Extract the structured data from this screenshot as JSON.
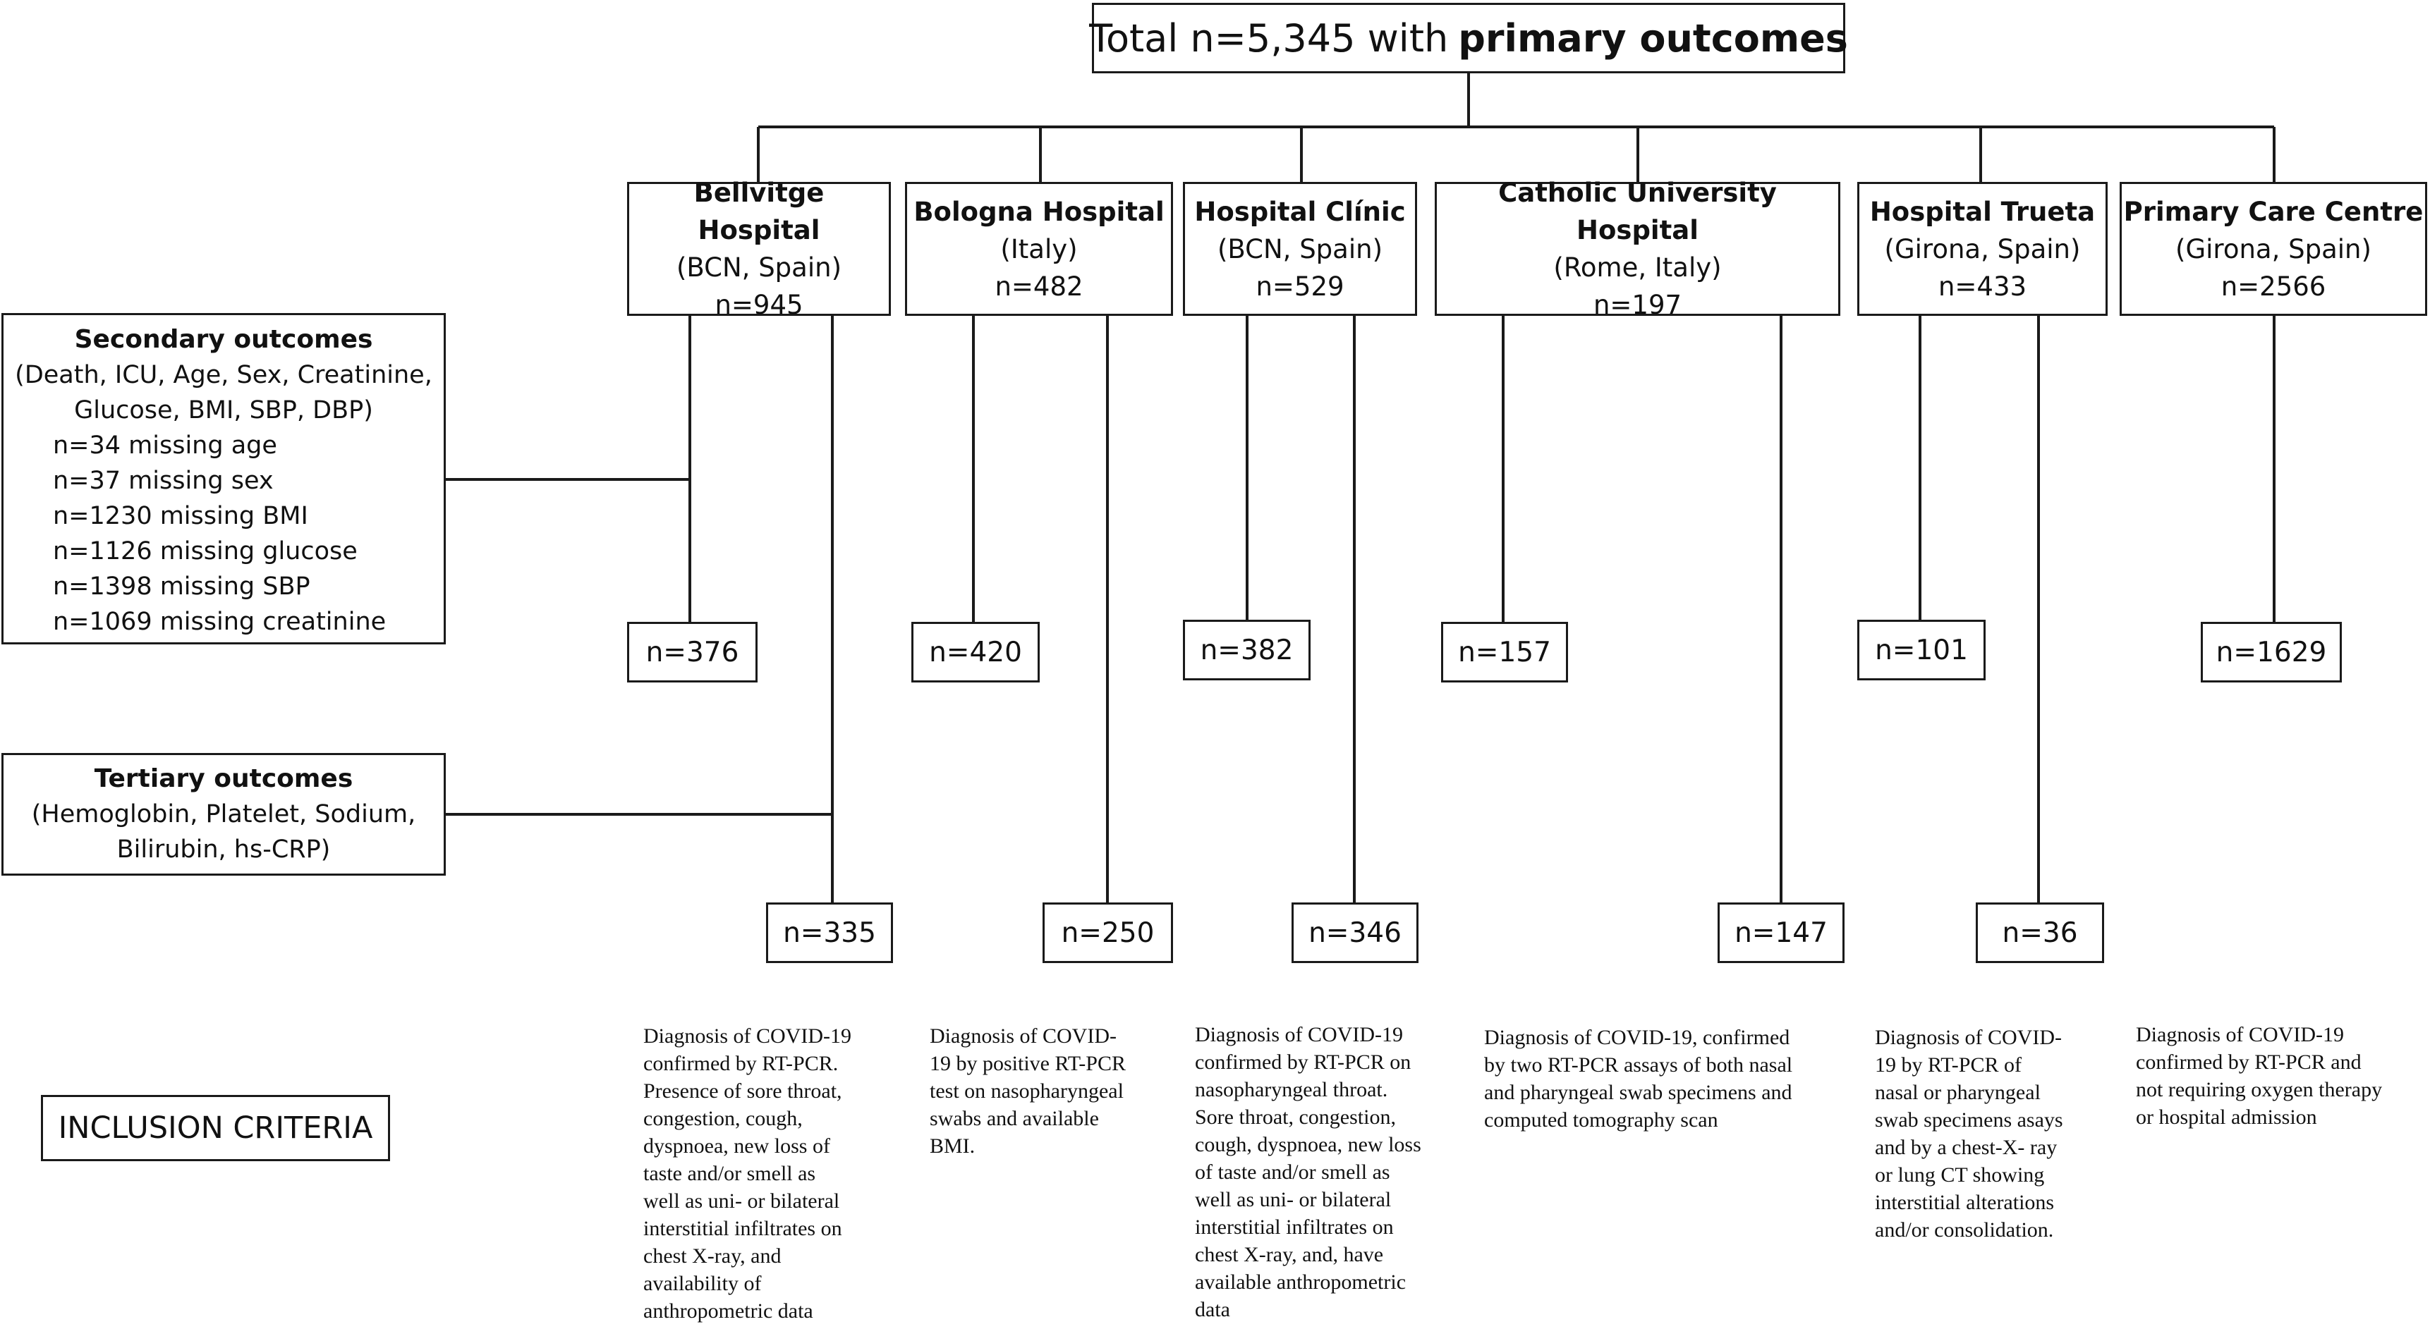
{
  "title": {
    "prefix": "Total n=5,345 with",
    "bold": "primary outcomes"
  },
  "hospitals": [
    {
      "name": "Bellvitge Hospital",
      "location": "(BCN, Spain)",
      "n": "n=945",
      "secondary": "n=376",
      "tertiary": "n=335",
      "criteria": [
        "Diagnosis of COVID-19",
        "confirmed by RT-PCR.",
        "Presence of sore throat,",
        "congestion, cough,",
        "dyspnoea, new loss of",
        "taste and/or smell as",
        "well as uni- or bilateral",
        "interstitial infiltrates on",
        "chest X-ray, and",
        "availability of",
        "anthropometric data"
      ]
    },
    {
      "name": "Bologna Hospital",
      "location": "(Italy)",
      "n": "n=482",
      "secondary": "n=420",
      "tertiary": "n=250",
      "criteria": [
        "Diagnosis of COVID-",
        "19 by positive RT-PCR",
        "test on nasopharyngeal",
        "swabs and available",
        "BMI."
      ]
    },
    {
      "name": "Hospital Clínic",
      "location": "(BCN, Spain)",
      "n": "n=529",
      "secondary": "n=382",
      "tertiary": "n=346",
      "criteria": [
        "Diagnosis of COVID-19",
        "confirmed by RT-PCR on",
        "nasopharyngeal throat.",
        "Sore throat, congestion,",
        "cough, dyspnoea, new loss",
        "of taste and/or smell as",
        "well as uni- or bilateral",
        "interstitial infiltrates on",
        "chest X-ray, and, have",
        "available anthropometric",
        "data"
      ]
    },
    {
      "name": "Catholic University Hospital",
      "location": "(Rome, Italy)",
      "n": "n=197",
      "secondary": "n=157",
      "tertiary": "n=147",
      "criteria": [
        "Diagnosis of COVID-19, confirmed",
        "by two RT-PCR assays of both nasal",
        "and pharyngeal swab specimens and",
        "computed tomography scan"
      ]
    },
    {
      "name": "Hospital Trueta",
      "location": "(Girona, Spain)",
      "n": "n=433",
      "secondary": "n=101",
      "tertiary": "n=36",
      "criteria": [
        "Diagnosis of COVID-",
        "19 by RT-PCR of",
        "nasal or pharyngeal",
        "swab specimens asays",
        "and by a chest-X- ray",
        "or lung CT showing",
        "interstitial alterations",
        "and/or consolidation."
      ]
    },
    {
      "name": "Primary Care Centre",
      "location": "(Girona, Spain)",
      "n": "n=2566",
      "secondary": "n=1629",
      "tertiary": null,
      "criteria": [
        "Diagnosis of COVID-19",
        "confirmed by RT-PCR and",
        "not requiring oxygen therapy",
        "or hospital admission"
      ]
    }
  ],
  "secondary_outcomes": {
    "heading": "Secondary outcomes",
    "variables": [
      "(Death, ICU, Age, Sex, Creatinine,",
      "Glucose, BMI, SBP, DBP)"
    ],
    "missing": [
      "n=34 missing age",
      "n=37 missing sex",
      "n=1230 missing BMI",
      "n=1126 missing glucose",
      "n=1398 missing SBP",
      "n=1069 missing creatinine"
    ]
  },
  "tertiary_outcomes": {
    "heading": "Tertiary outcomes",
    "variables": [
      "(Hemoglobin, Platelet, Sodium,",
      "Bilirubin, hs-CRP)"
    ]
  },
  "inclusion_label": "INCLUSION CRITERIA"
}
